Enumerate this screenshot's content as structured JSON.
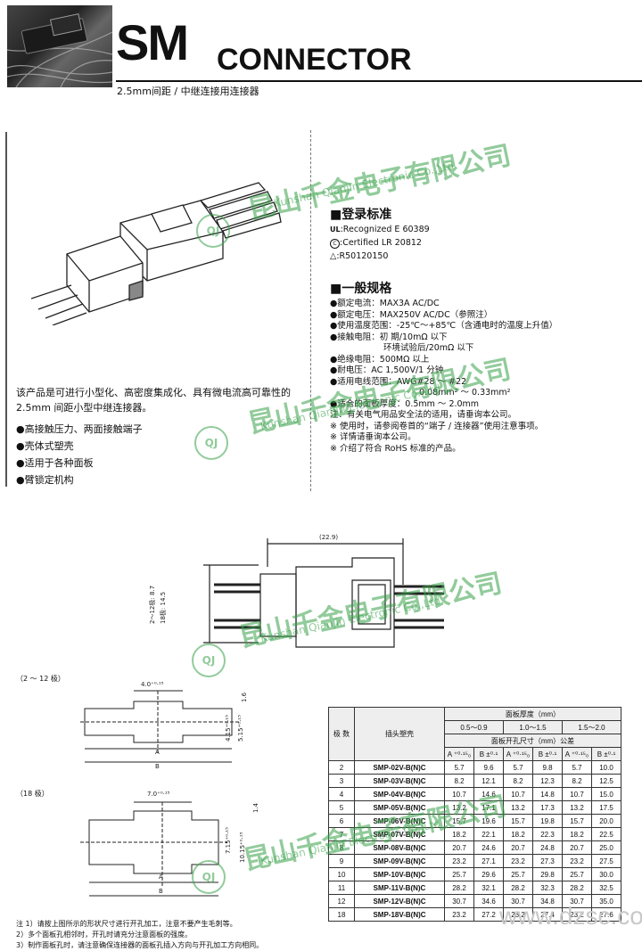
{
  "header": {
    "title_main": "SM",
    "title_sub": "CONNECTOR",
    "subtitle": "2.5mm间距 / 中继连接用连接器"
  },
  "watermark": {
    "company_cn": "昆山千金电子有限公司",
    "company_en": "Kunshan Qianjin Electronic Co.,Ltd",
    "logo": "QJ",
    "color": "#3aa24b"
  },
  "registration": {
    "heading": "■登录标准",
    "items": [
      {
        "icon": "ul-icon",
        "text": ":Recognized E 60389"
      },
      {
        "icon": "csa-icon",
        "text": ":Certified LR 20812"
      },
      {
        "icon": "triangle-icon",
        "text": ":R50120150"
      }
    ]
  },
  "specs": {
    "heading": "■一般规格",
    "lines": [
      "●额定电流：MAX3A  AC/DC",
      "●额定电压：MAX250V  AC/DC（参照注）",
      "●使用温度范围：-25℃～+85℃（含通电时的温度上升值）",
      "●接触电阻：初      期/10mΩ 以下",
      "        环境试验后/20mΩ 以下",
      "●绝缘电阻：500MΩ 以上",
      "●耐电压：AC 1,500V/1 分钟",
      "●适用电线范围：AWG#28 ～ #22",
      "        0.08mm² ～ 0.33mm²",
      "●适合的面板厚度：0.5mm ～ 2.0mm",
      "注：有关电气用品安全法的适用，请垂询本公司。",
      "※ 使用时，请参阅卷首的“端子 / 连接器”使用注意事项。",
      "※ 详情请垂询本公司。",
      "※ 介绍了符合 RoHS 标准的产品。"
    ]
  },
  "intro": {
    "text": "该产品是可进行小型化、高密度集成化、具有微电流高可靠性的 2.5mm 间距小型中继连接器。",
    "features": [
      "●高接触压力、两面接触端子",
      "●壳体式塑壳",
      "●适用于各种面板",
      "●臂锁定机构"
    ]
  },
  "drawing": {
    "dim_width": "(22.9)",
    "dim_height_a": "2～12极: 8.7",
    "dim_height_b": "18极: 14.5"
  },
  "panel_cutout": {
    "label_2_12": "（2 ～ 12 极）",
    "label_18": "（18 极）",
    "dim_top_2_12": "4.0⁺⁰·¹⁵",
    "dim_top_18": "7.0⁺⁰·¹⁵",
    "dim_side_2_12_a": "4.15⁺⁰·¹⁵",
    "dim_side_2_12_b": "5.15⁺⁰·¹⁵",
    "dim_side_2_12_c": "1.6",
    "dim_side_18_a": "7.15⁺⁰·¹⁵",
    "dim_side_18_b": "10.15⁺⁰·¹⁵",
    "dim_side_18_c": "1.4",
    "label_a": "A",
    "label_b": "B"
  },
  "table": {
    "col_poles": "极 数",
    "col_model": "插头塑壳",
    "group_thickness": "面板厚度（mm）",
    "ranges": [
      "0.5～0.9",
      "1.0～1.5",
      "1.5～2.0"
    ],
    "group_hole": "面板开孔尺寸（mm）公差",
    "subcols": [
      "A ⁺⁰·¹⁵₀",
      "B ±⁰·¹",
      "A ⁺⁰·¹⁵₀",
      "B ±⁰·¹",
      "A ⁺⁰·¹⁵₀",
      "B ±⁰·¹"
    ],
    "rows": [
      [
        "2",
        "SMP-02V-B(N)C",
        "5.7",
        "9.6",
        "5.7",
        "9.8",
        "5.7",
        "10.0"
      ],
      [
        "3",
        "SMP-03V-B(N)C",
        "8.2",
        "12.1",
        "8.2",
        "12.3",
        "8.2",
        "12.5"
      ],
      [
        "4",
        "SMP-04V-B(N)C",
        "10.7",
        "14.6",
        "10.7",
        "14.8",
        "10.7",
        "15.0"
      ],
      [
        "5",
        "SMP-05V-B(N)C",
        "13.2",
        "17.1",
        "13.2",
        "17.3",
        "13.2",
        "17.5"
      ],
      [
        "6",
        "SMP-06V-B(N)C",
        "15.7",
        "19.6",
        "15.7",
        "19.8",
        "15.7",
        "20.0"
      ],
      [
        "7",
        "SMP-07V-B(N)C",
        "18.2",
        "22.1",
        "18.2",
        "22.3",
        "18.2",
        "22.5"
      ],
      [
        "8",
        "SMP-08V-B(N)C",
        "20.7",
        "24.6",
        "20.7",
        "24.8",
        "20.7",
        "25.0"
      ],
      [
        "9",
        "SMP-09V-B(N)C",
        "23.2",
        "27.1",
        "23.2",
        "27.3",
        "23.2",
        "27.5"
      ],
      [
        "10",
        "SMP-10V-B(N)C",
        "25.7",
        "29.6",
        "25.7",
        "29.8",
        "25.7",
        "30.0"
      ],
      [
        "11",
        "SMP-11V-B(N)C",
        "28.2",
        "32.1",
        "28.2",
        "32.3",
        "28.2",
        "32.5"
      ],
      [
        "12",
        "SMP-12V-B(N)C",
        "30.7",
        "34.6",
        "30.7",
        "34.8",
        "30.7",
        "35.0"
      ],
      [
        "18",
        "SMP-18V-B(N)C",
        "23.2",
        "27.2",
        "23.2",
        "27.4",
        "23.2",
        "27.6"
      ]
    ]
  },
  "notes": [
    "注 1）请按上图所示的形状尺寸进行开孔加工，注意不要产生毛刺等。",
    "  2）多个面板孔相邻时，开孔时请充分注意面板的强度。",
    "  3）制作面板孔时，请注意确保连接器的面板孔插入方向与开孔加工方向相同。"
  ],
  "footer": {
    "site": "www.dzsc.com"
  }
}
